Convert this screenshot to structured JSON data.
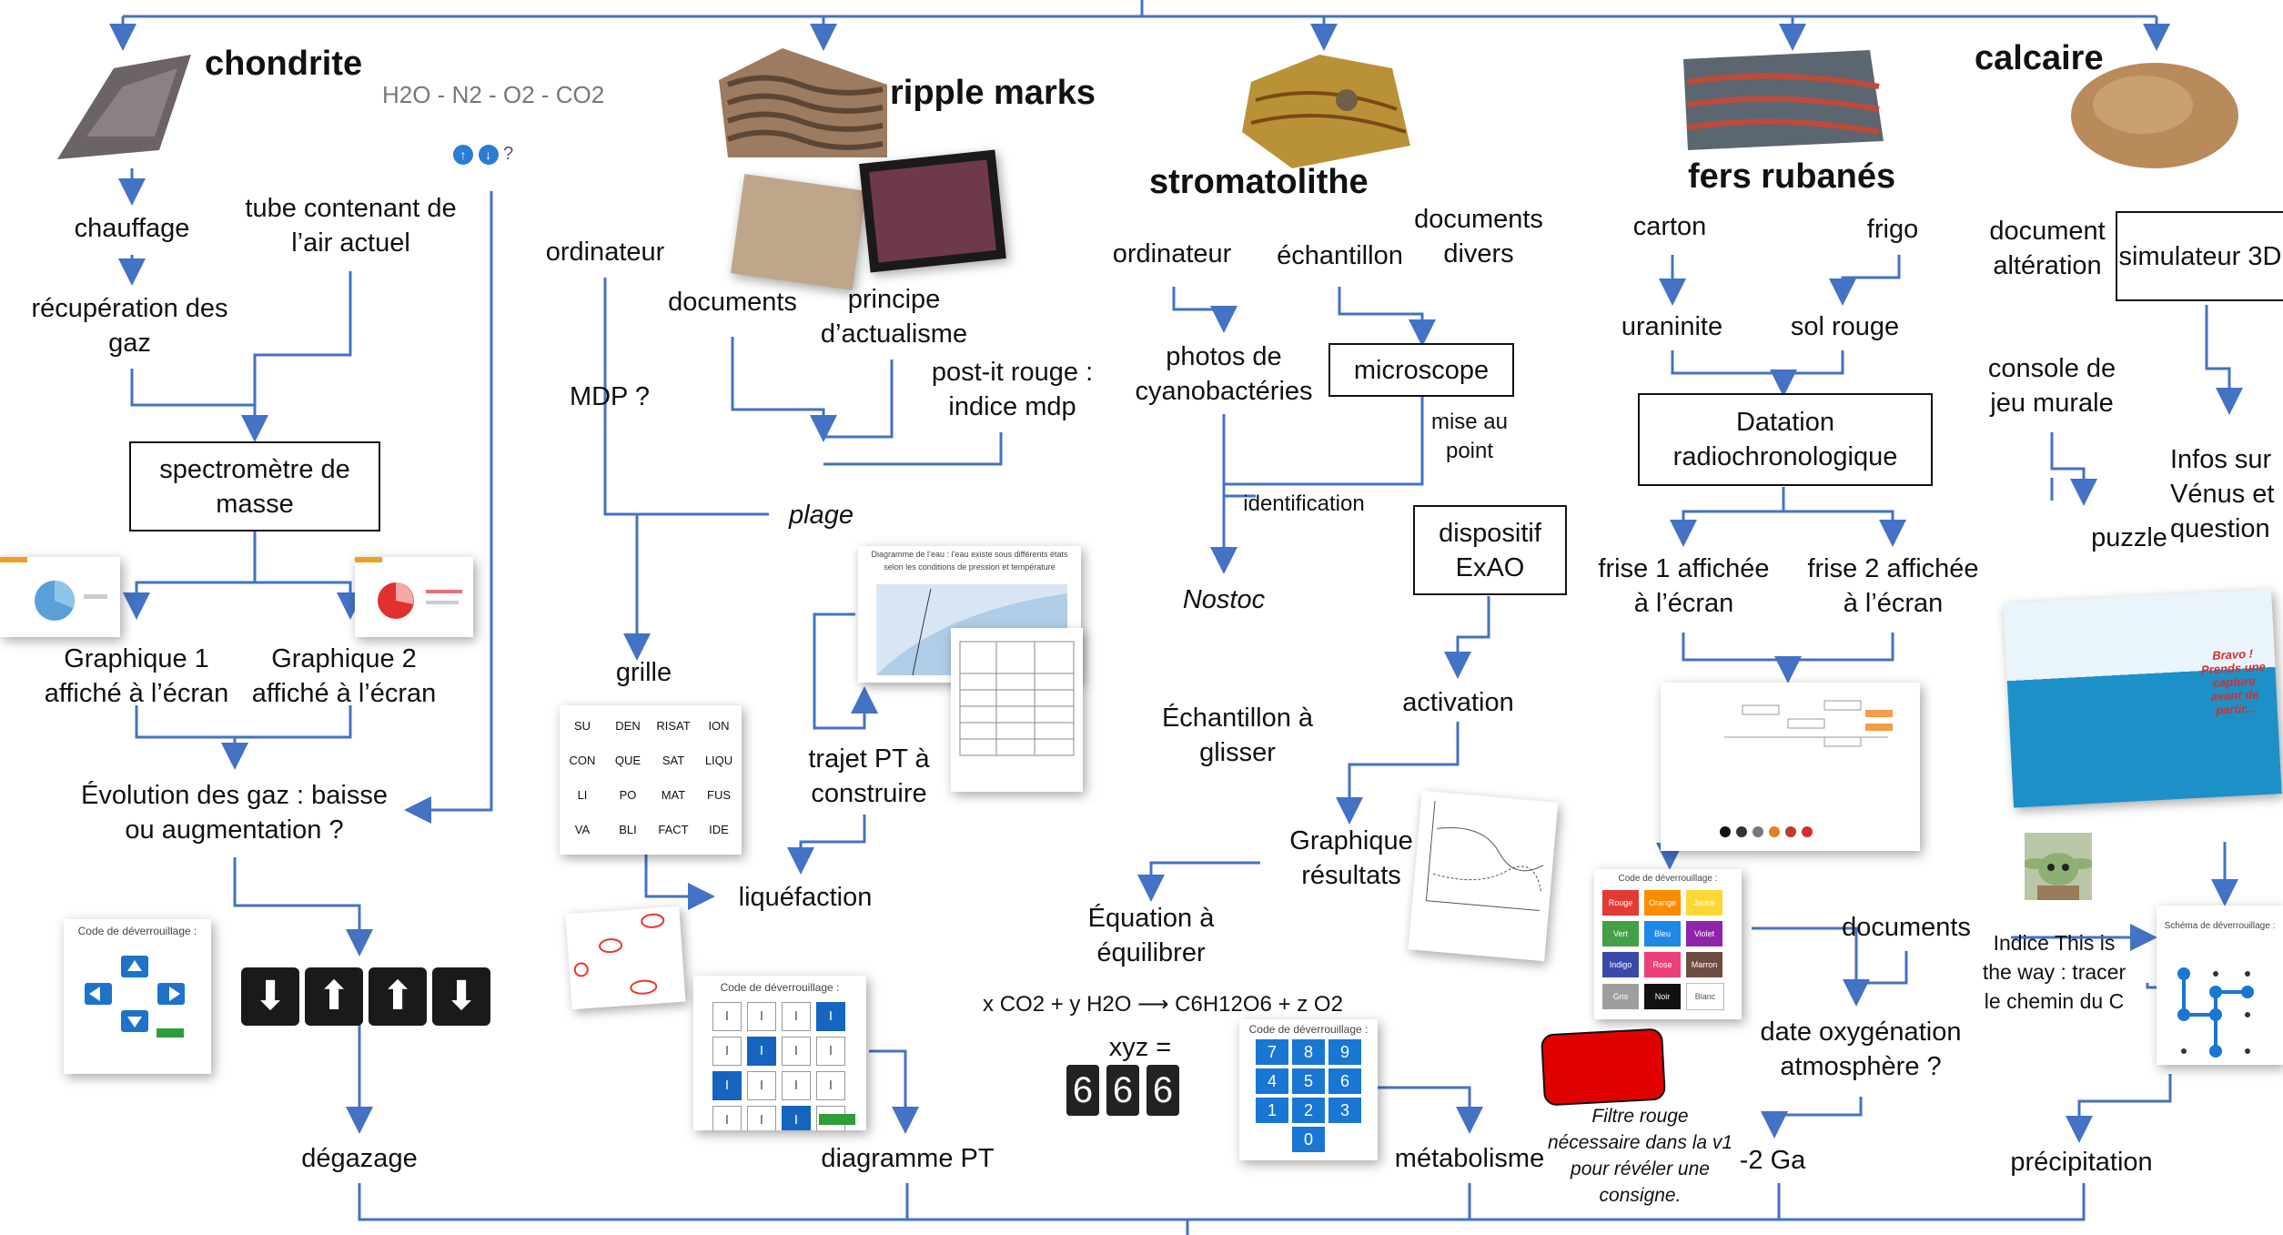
{
  "colors": {
    "connector": "#4472c4",
    "box_border": "#111111",
    "red_filter": "#e00000",
    "key_blue": "#1565c0"
  },
  "chondrite": {
    "title": "chondrite",
    "gases": "H2O - N2 - O2 - CO2",
    "icons_hint": "?",
    "chauffage": "chauffage",
    "recuperation": "récupération des gaz",
    "tube": "tube contenant de l’air actuel",
    "spectro": "spectromètre de masse",
    "graph1": "Graphique 1 affiché à l’écran",
    "graph2": "Graphique 2 affiché à l’écran",
    "evolution": "Évolution des gaz : baisse ou augmentation ?",
    "lock_title": "Code de déverrouillage :",
    "degazage": "dégazage"
  },
  "ripple": {
    "title": "ripple marks",
    "ordinateur": "ordinateur",
    "documents": "documents",
    "principe": "principe d’actualisme",
    "postit": "post-it rouge : indice mdp",
    "mdp": "MDP ?",
    "plage": "plage",
    "grille": "grille",
    "grid_words": [
      "SU",
      "DEN",
      "RISAT",
      "ION",
      "CON",
      "QUE",
      "SAT",
      "LIQU",
      "LI",
      "PO",
      "MAT",
      "FUS",
      "VA",
      "BLI",
      "FACT",
      "IDE"
    ],
    "trajet": "trajet PT à construire",
    "liquefaction": "liquéfaction",
    "lock_title": "Code de déverrouillage :",
    "diagramme": "diagramme PT",
    "pt_chart_title": "Diagramme de l’eau : l’eau existe sous différents états selon les conditions de pression et température"
  },
  "stroma": {
    "title": "stromatolithe",
    "ordinateur": "ordinateur",
    "echantillon": "échantillon",
    "documents": "documents divers",
    "photos": "photos de cyanobactéries",
    "microscope": "microscope",
    "mise_au_point": "mise au point",
    "identification": "identification",
    "nostoc": "Nostoc",
    "exao": "dispositif ExAO",
    "activation": "activation",
    "glisser": "Échantillon à glisser",
    "resultats": "Graphique résultats",
    "equation": "Équation à équilibrer",
    "formula": "x CO2 + y H2O ⟶ C6H12O6 + z O2",
    "xyz": "xyz =",
    "digits": [
      "6",
      "6",
      "6"
    ],
    "pad_keys": [
      "7",
      "8",
      "9",
      "4",
      "5",
      "6",
      "1",
      "2",
      "3",
      "0"
    ],
    "metabolisme": "métabolisme"
  },
  "fers": {
    "title": "fers rubanés",
    "carton": "carton",
    "frigo": "frigo",
    "uraninite": "uraninite",
    "sol_rouge": "sol rouge",
    "datation": "Datation radiochronologique",
    "frise1": "frise 1 affichée à l’écran",
    "frise2": "frise 2 affichée à l’écran",
    "lock_title": "Code de déverrouillage :",
    "colors": [
      "Rouge",
      "Orange",
      "Jaune",
      "Vert",
      "Bleu",
      "Violet",
      "Indigo",
      "Rose",
      "Marron",
      "Gris",
      "Noir",
      "Blanc"
    ],
    "documents": "documents",
    "date_oxy": "date oxygénation atmosphère ?",
    "filtre": "Filtre rouge nécessaire dans la v1 pour révéler une consigne.",
    "ga": "-2 Ga"
  },
  "calcaire": {
    "title": "calcaire",
    "doc_alteration": "document altération",
    "simulateur": "simulateur 3D",
    "console": "console de jeu murale",
    "infos": "Infos sur Vénus et question",
    "puzzle": "puzzle",
    "bravo": "Bravo ! Prends une capture avant de partir...",
    "indice": "Indice This is the way : tracer le chemin du C",
    "schema_title": "Schéma de déverrouillage :",
    "precipitation": "précipitation"
  }
}
